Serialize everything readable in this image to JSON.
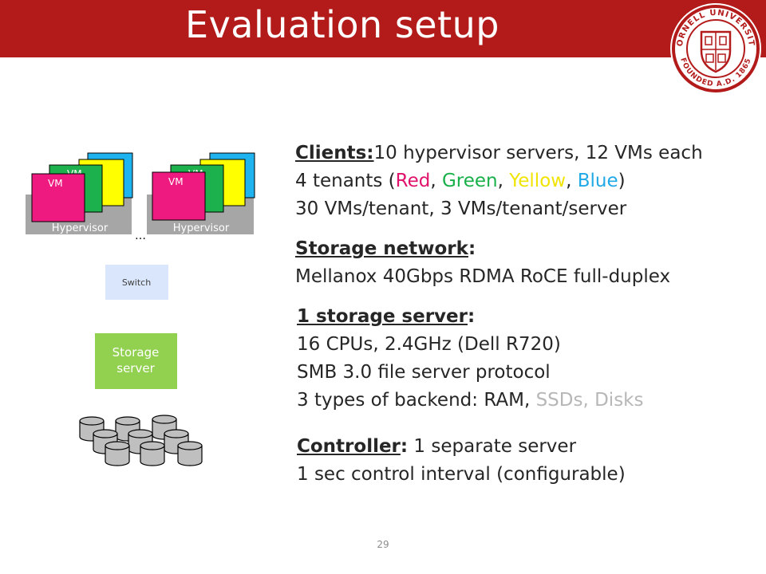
{
  "title": "Evaluation setup",
  "seal": {
    "text_top": "CORNELL UNIVERSITY",
    "text_bottom": "FOUNDED A.D. 1865"
  },
  "colors": {
    "brand": "#b31b1b",
    "red": "#e0126b",
    "green": "#19b04b",
    "yellow": "#f0e400",
    "blue": "#1fa9e6",
    "switch": "#dae6fb",
    "storage": "#92d050"
  },
  "diagram": {
    "vm_label": "VM",
    "hypervisor_label": "Hypervisor",
    "ellipsis": "…",
    "switch_label": "Switch",
    "storage_line1": "Storage",
    "storage_line2": "server"
  },
  "clients": {
    "heading": "Clients:",
    "line1_rest": "10 hypervisor servers, 12 VMs each",
    "line2_prefix": "4 tenants (",
    "red": "Red",
    "sep1": ", ",
    "green": "Green",
    "sep2": ", ",
    "yellow": "Yellow",
    "sep3": ", ",
    "blue": "Blue",
    "line2_suffix": ")",
    "line3": "30 VMs/tenant, 3 VMs/tenant/server"
  },
  "network": {
    "heading": "Storage network",
    "colon": ":",
    "line1": "Mellanox 40Gbps RDMA RoCE full-duplex"
  },
  "storage": {
    "heading": "1 storage server",
    "colon": ":",
    "line1": "16 CPUs, 2.4GHz (Dell R720)",
    "line2": "SMB 3.0 file server protocol",
    "line3_prefix": "3 types of backend: RAM, ",
    "line3_grey": "SSDs, Disks"
  },
  "controller": {
    "heading": "Controller",
    "colon": ":",
    "line1_rest": " 1 separate server",
    "line2": "1 sec control interval (configurable)"
  },
  "slide_number": "29"
}
